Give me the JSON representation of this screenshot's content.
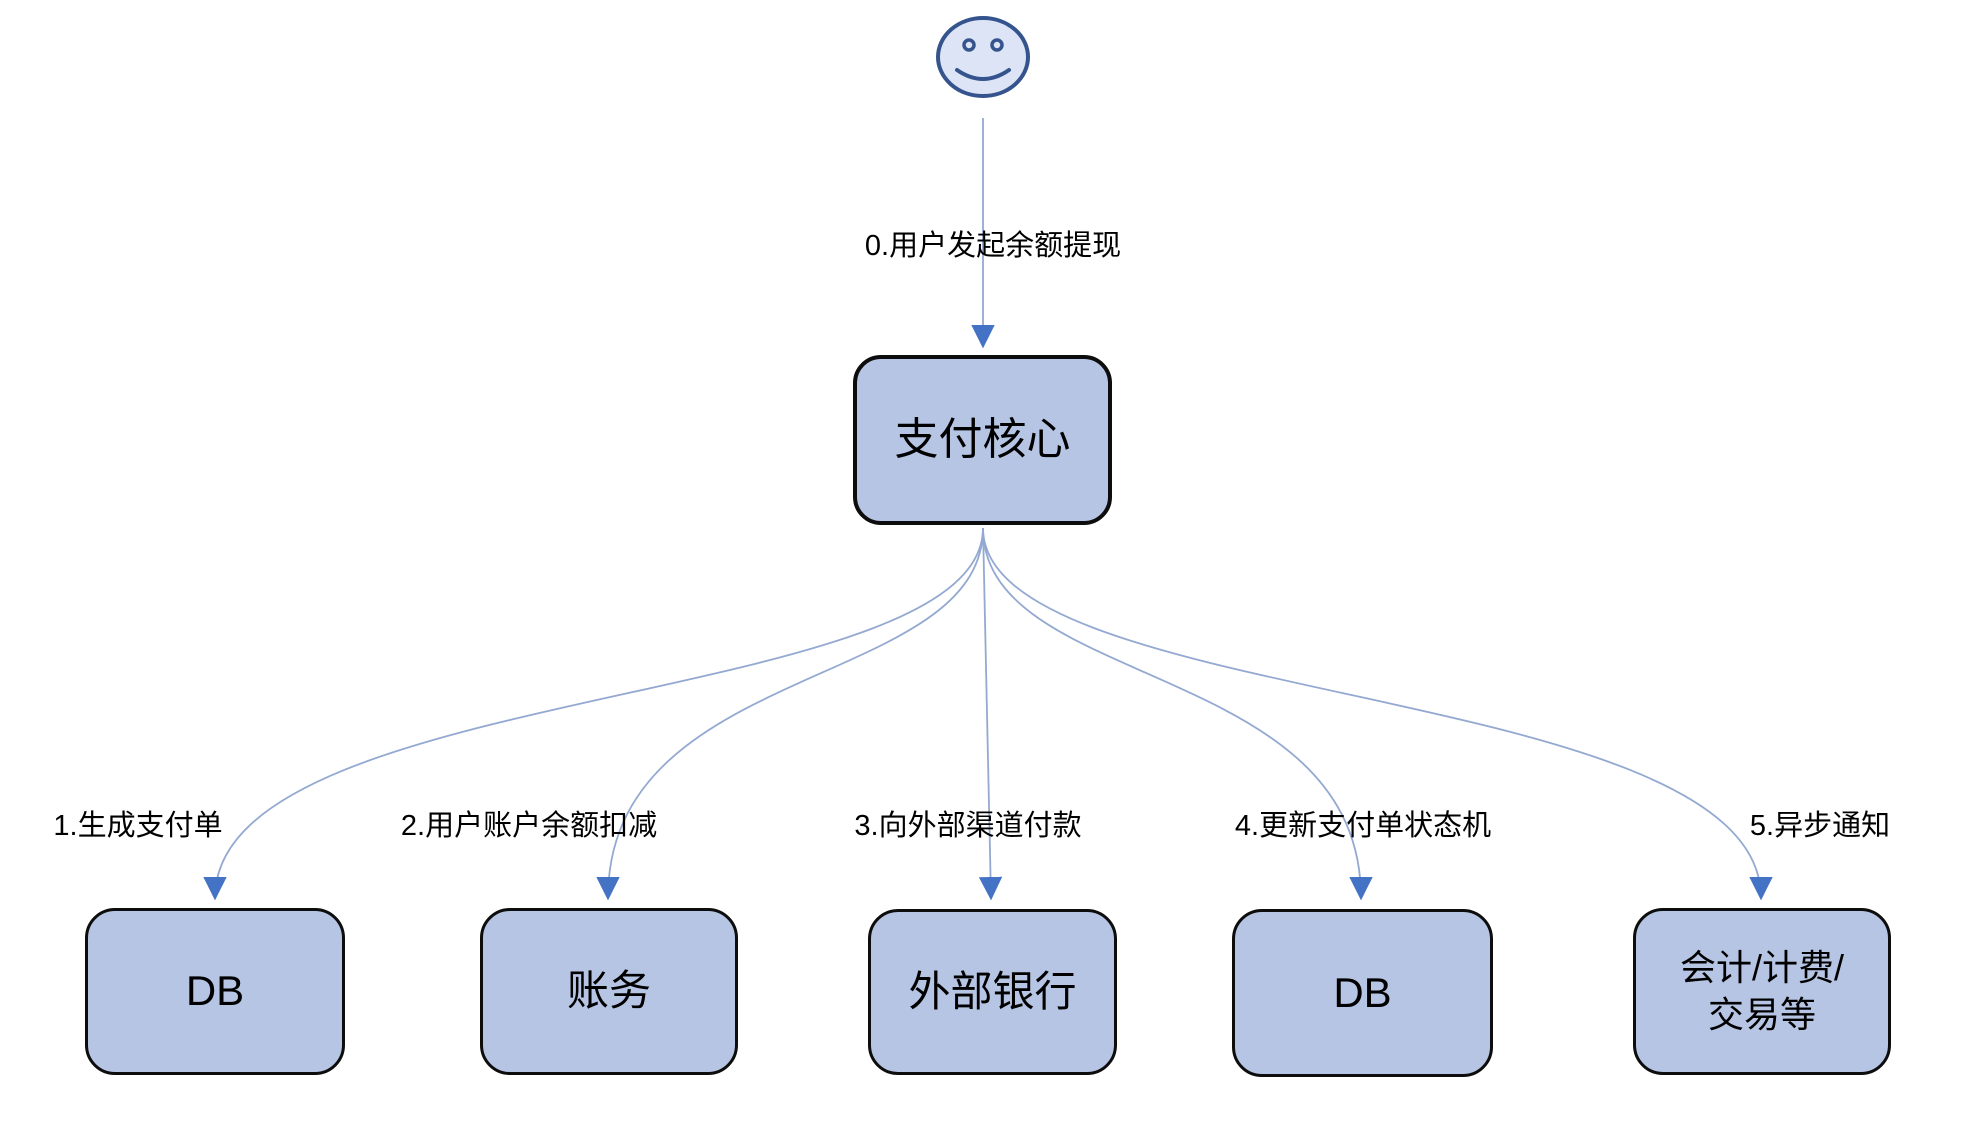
{
  "colors": {
    "background": "#ffffff",
    "box-fill": "#b6c5e4",
    "box-stroke": "#0d0d0d",
    "actor-fill": "#dce4f5",
    "actor-stroke": "#35548e",
    "connector": "#94a9d1",
    "arrowhead": "#4472c4",
    "text": "#000000"
  },
  "diagram": {
    "actor": {
      "icon": "smiley-face-user"
    },
    "core": {
      "label": "支付核心"
    },
    "targets": [
      {
        "label": "DB"
      },
      {
        "label": "账务"
      },
      {
        "label": "外部银行"
      },
      {
        "label": "DB"
      },
      {
        "label": "会计/计费/\n交易等"
      }
    ],
    "edges": [
      {
        "label": "0.用户发起余额提现",
        "from": "user",
        "to": "支付核心"
      },
      {
        "label": "1.生成支付单",
        "from": "支付核心",
        "to": "DB"
      },
      {
        "label": "2.用户账户余额扣减",
        "from": "支付核心",
        "to": "账务"
      },
      {
        "label": "3.向外部渠道付款",
        "from": "支付核心",
        "to": "外部银行"
      },
      {
        "label": "4.更新支付单状态机",
        "from": "支付核心",
        "to": "DB"
      },
      {
        "label": "5.异步通知",
        "from": "支付核心",
        "to": "会计/计费/交易等"
      }
    ]
  }
}
